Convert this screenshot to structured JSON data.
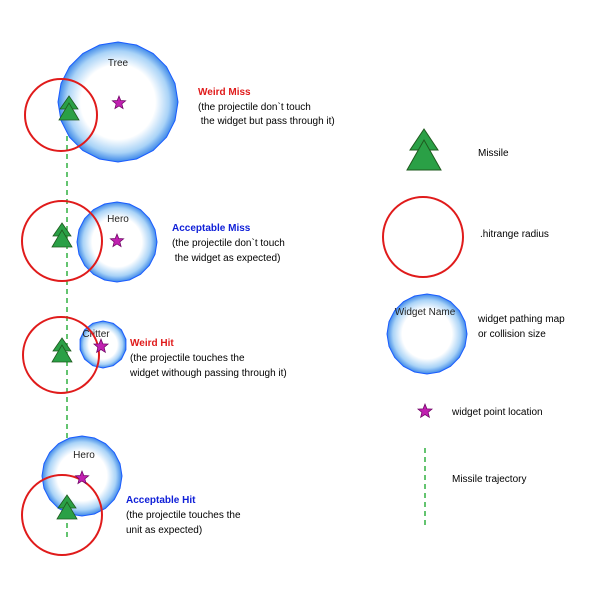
{
  "colors": {
    "red": "#e01b1b",
    "blue": "#1020d8",
    "widget_edge": "#1a5cff",
    "widget_inner": "#ffffff",
    "missile_fill": "#2aa046",
    "missile_edge": "#1e5a1e",
    "star_fill": "#c020b0",
    "trajectory": "#22aa33"
  },
  "scenarios": [
    {
      "widget_name": "Tree",
      "title": "Weird Miss",
      "title_color": "#e01b1b",
      "line1": "(the projectile don`t touch",
      "line2": " the widget but pass through it)"
    },
    {
      "widget_name": "Hero",
      "title": "Acceptable Miss",
      "title_color": "#1020d8",
      "line1": "(the projectile don`t touch",
      "line2": " the widget as expected)"
    },
    {
      "widget_name": "Critter",
      "title": "Weird Hit",
      "title_color": "#e01b1b",
      "line1": "(the projectile touches the",
      "line2": "widget withough passing through it)"
    },
    {
      "widget_name": "Hero",
      "title": "Acceptable Hit",
      "title_color": "#1020d8",
      "line1": "(the projectile touches the",
      "line2": "unit as expected)"
    }
  ],
  "legend": {
    "missile": "Missile",
    "hitrange": ".hitrange radius",
    "widget_name": "Widget Name",
    "widget_line1": "widget pathing map",
    "widget_line2": "or collision size",
    "point": "widget point location",
    "trajectory": "Missile trajectory"
  }
}
